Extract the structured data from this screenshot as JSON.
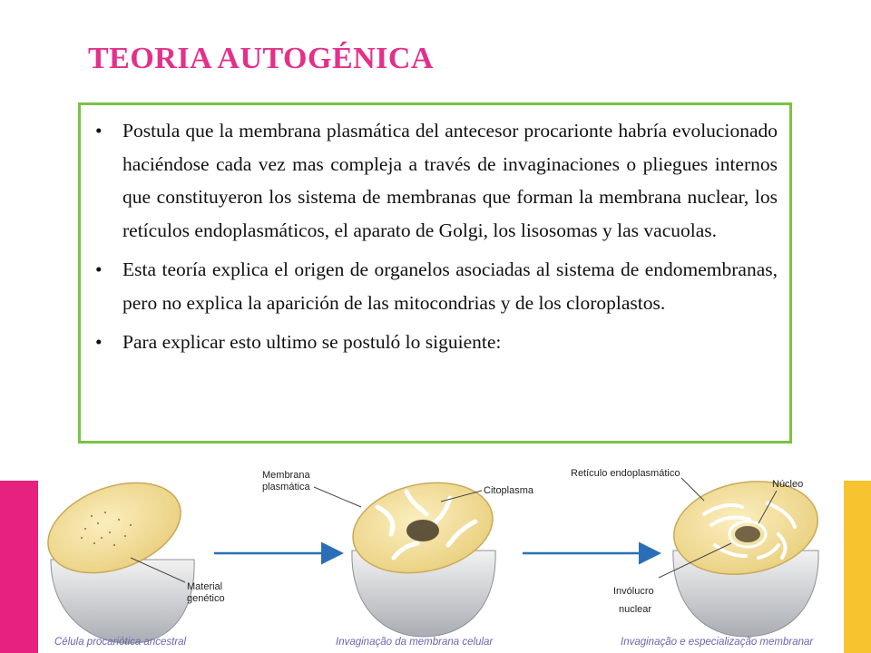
{
  "title": "TEORIA AUTOGÉNICA",
  "bullets": [
    "Postula que la membrana plasmática del antecesor procarionte habría evolucionado haciéndose cada vez mas compleja a través de invaginaciones o pliegues internos que constituyeron los sistema de membranas que forman la membrana nuclear, los retículos endoplasmáticos, el aparato de Golgi, los lisosomas y las vacuolas.",
    "Esta teoría explica el origen de organelos asociadas al sistema de endomembranas, pero no explica la aparición de las mitocondrias y de los cloroplastos.",
    "Para explicar esto ultimo se postuló lo siguiente:"
  ],
  "figure": {
    "labels": {
      "membrana_1": "Membrana",
      "membrana_2": "plasmática",
      "citoplasma": "Citoplasma",
      "reticulo": "Retículo endoplasmático",
      "nucleo": "Núcleo",
      "material_1": "Material",
      "material_2": "genético",
      "involucro_1": "Invólucro",
      "involucro_2": "nuclear"
    },
    "captions": [
      "Célula procariótica ancestral",
      "Invaginação da membrana celular",
      "Invaginação e especialização membranar"
    ]
  },
  "colors": {
    "title": "#e3308a",
    "box_border": "#7cc242",
    "left_bar": "#e6217e",
    "right_bar": "#f7c32f",
    "caption": "#6a64b3"
  }
}
